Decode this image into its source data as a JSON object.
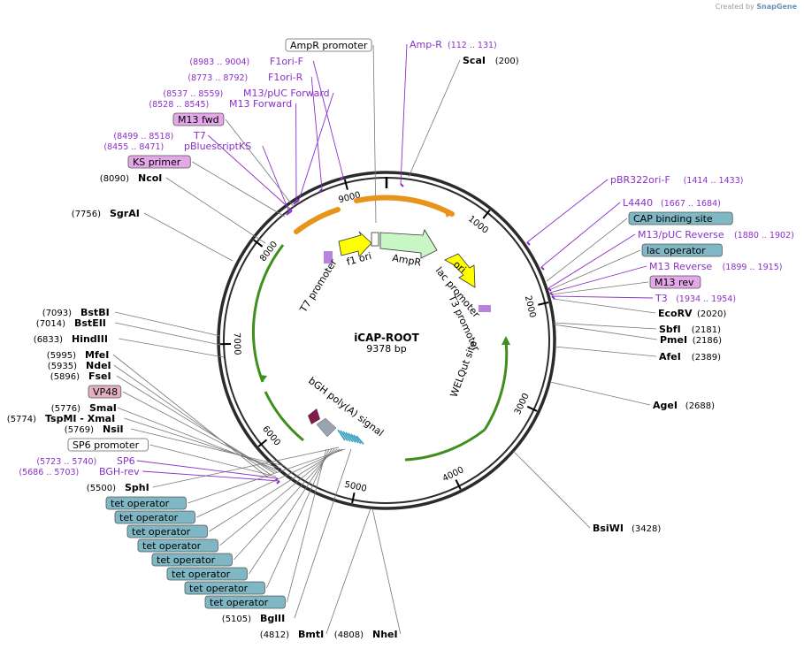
{
  "credit": {
    "prefix": "Created by",
    "brand": "SnapGene"
  },
  "plasmid": {
    "name": "iCAP-ROOT",
    "length": "9378 bp",
    "total_bp": 9378
  },
  "ticks": [
    "1000",
    "2000",
    "3000",
    "4000",
    "5000",
    "6000",
    "7000",
    "8000",
    "9000"
  ],
  "sites": [
    {
      "name": "ScaI",
      "pos": "(200)"
    },
    {
      "name": "EcoRV",
      "pos": "(2020)"
    },
    {
      "name": "SbfI",
      "pos": "(2181)"
    },
    {
      "name": "PmeI",
      "pos": "(2186)"
    },
    {
      "name": "AfeI",
      "pos": "(2389)"
    },
    {
      "name": "AgeI",
      "pos": "(2688)"
    },
    {
      "name": "BsiWI",
      "pos": "(3428)"
    },
    {
      "name": "NheI",
      "pos": "(4808)"
    },
    {
      "name": "BmtI",
      "pos": "(4812)"
    },
    {
      "name": "BglII",
      "pos": "(5105)"
    },
    {
      "name": "SphI",
      "pos": "(5500)"
    },
    {
      "name": "NsiI",
      "pos": "(5769)"
    },
    {
      "name": "TspMI - XmaI",
      "pos": "(5774)"
    },
    {
      "name": "SmaI",
      "pos": "(5776)"
    },
    {
      "name": "FseI",
      "pos": "(5896)"
    },
    {
      "name": "NdeI",
      "pos": "(5935)"
    },
    {
      "name": "MfeI",
      "pos": "(5995)"
    },
    {
      "name": "HindIII",
      "pos": "(6833)"
    },
    {
      "name": "BstEII",
      "pos": "(7014)"
    },
    {
      "name": "BstBI",
      "pos": "(7093)"
    },
    {
      "name": "SgrAI",
      "pos": "(7756)"
    },
    {
      "name": "NcoI",
      "pos": "(8090)"
    }
  ],
  "primers": [
    {
      "name": "Amp-R",
      "range": "(112 .. 131)"
    },
    {
      "name": "F1ori-F",
      "range": "(8983 .. 9004)"
    },
    {
      "name": "F1ori-R",
      "range": "(8773 .. 8792)"
    },
    {
      "name": "M13/pUC Forward",
      "range": "(8537 .. 8559)"
    },
    {
      "name": "M13 Forward",
      "range": "(8528 .. 8545)"
    },
    {
      "name": "T7",
      "range": "(8499 .. 8518)"
    },
    {
      "name": "pBluescriptKS",
      "range": "(8455 .. 8471)"
    },
    {
      "name": "pBR322ori-F",
      "range": "(1414 .. 1433)"
    },
    {
      "name": "L4440",
      "range": "(1667 .. 1684)"
    },
    {
      "name": "M13/pUC Reverse",
      "range": "(1880 .. 1902)"
    },
    {
      "name": "M13 Reverse",
      "range": "(1899 .. 1915)"
    },
    {
      "name": "T3",
      "range": "(1934 .. 1954)"
    },
    {
      "name": "SP6",
      "range": "(5723 .. 5740)"
    },
    {
      "name": "BGH-rev",
      "range": "(5686 .. 5703)"
    }
  ],
  "boxed": [
    {
      "text": "AmpR promoter",
      "style": "white"
    },
    {
      "text": "M13 fwd",
      "style": "purple"
    },
    {
      "text": "KS primer",
      "style": "purple"
    },
    {
      "text": "CAP binding site",
      "style": "teal"
    },
    {
      "text": "lac operator",
      "style": "teal"
    },
    {
      "text": "M13 rev",
      "style": "purple"
    },
    {
      "text": "VP48",
      "style": "pink"
    },
    {
      "text": "SP6 promoter",
      "style": "white"
    },
    {
      "text": "tet operator",
      "style": "teal"
    }
  ],
  "features": {
    "ampr": "AmpR",
    "ori": "ori",
    "f1ori": "f1 ori",
    "t7promoter": "T7 promoter",
    "lacpromoter": "lac promoter",
    "t3promoter": "T3 promoter",
    "welqut": "WELQut site",
    "bgh": "bGH poly(A) signal"
  },
  "colors": {
    "backbone": "#2b2b2b",
    "primer": "#8b2fc9",
    "ampr_fill": "#c8f7c5",
    "ori_fill": "#ffff00",
    "orange_arrow": "#e8941a",
    "green_arc": "#3f8f1f",
    "teal_box": "#7fb8c4",
    "purple_box": "#e3a8e8",
    "pink_box": "#e2b0c2"
  }
}
